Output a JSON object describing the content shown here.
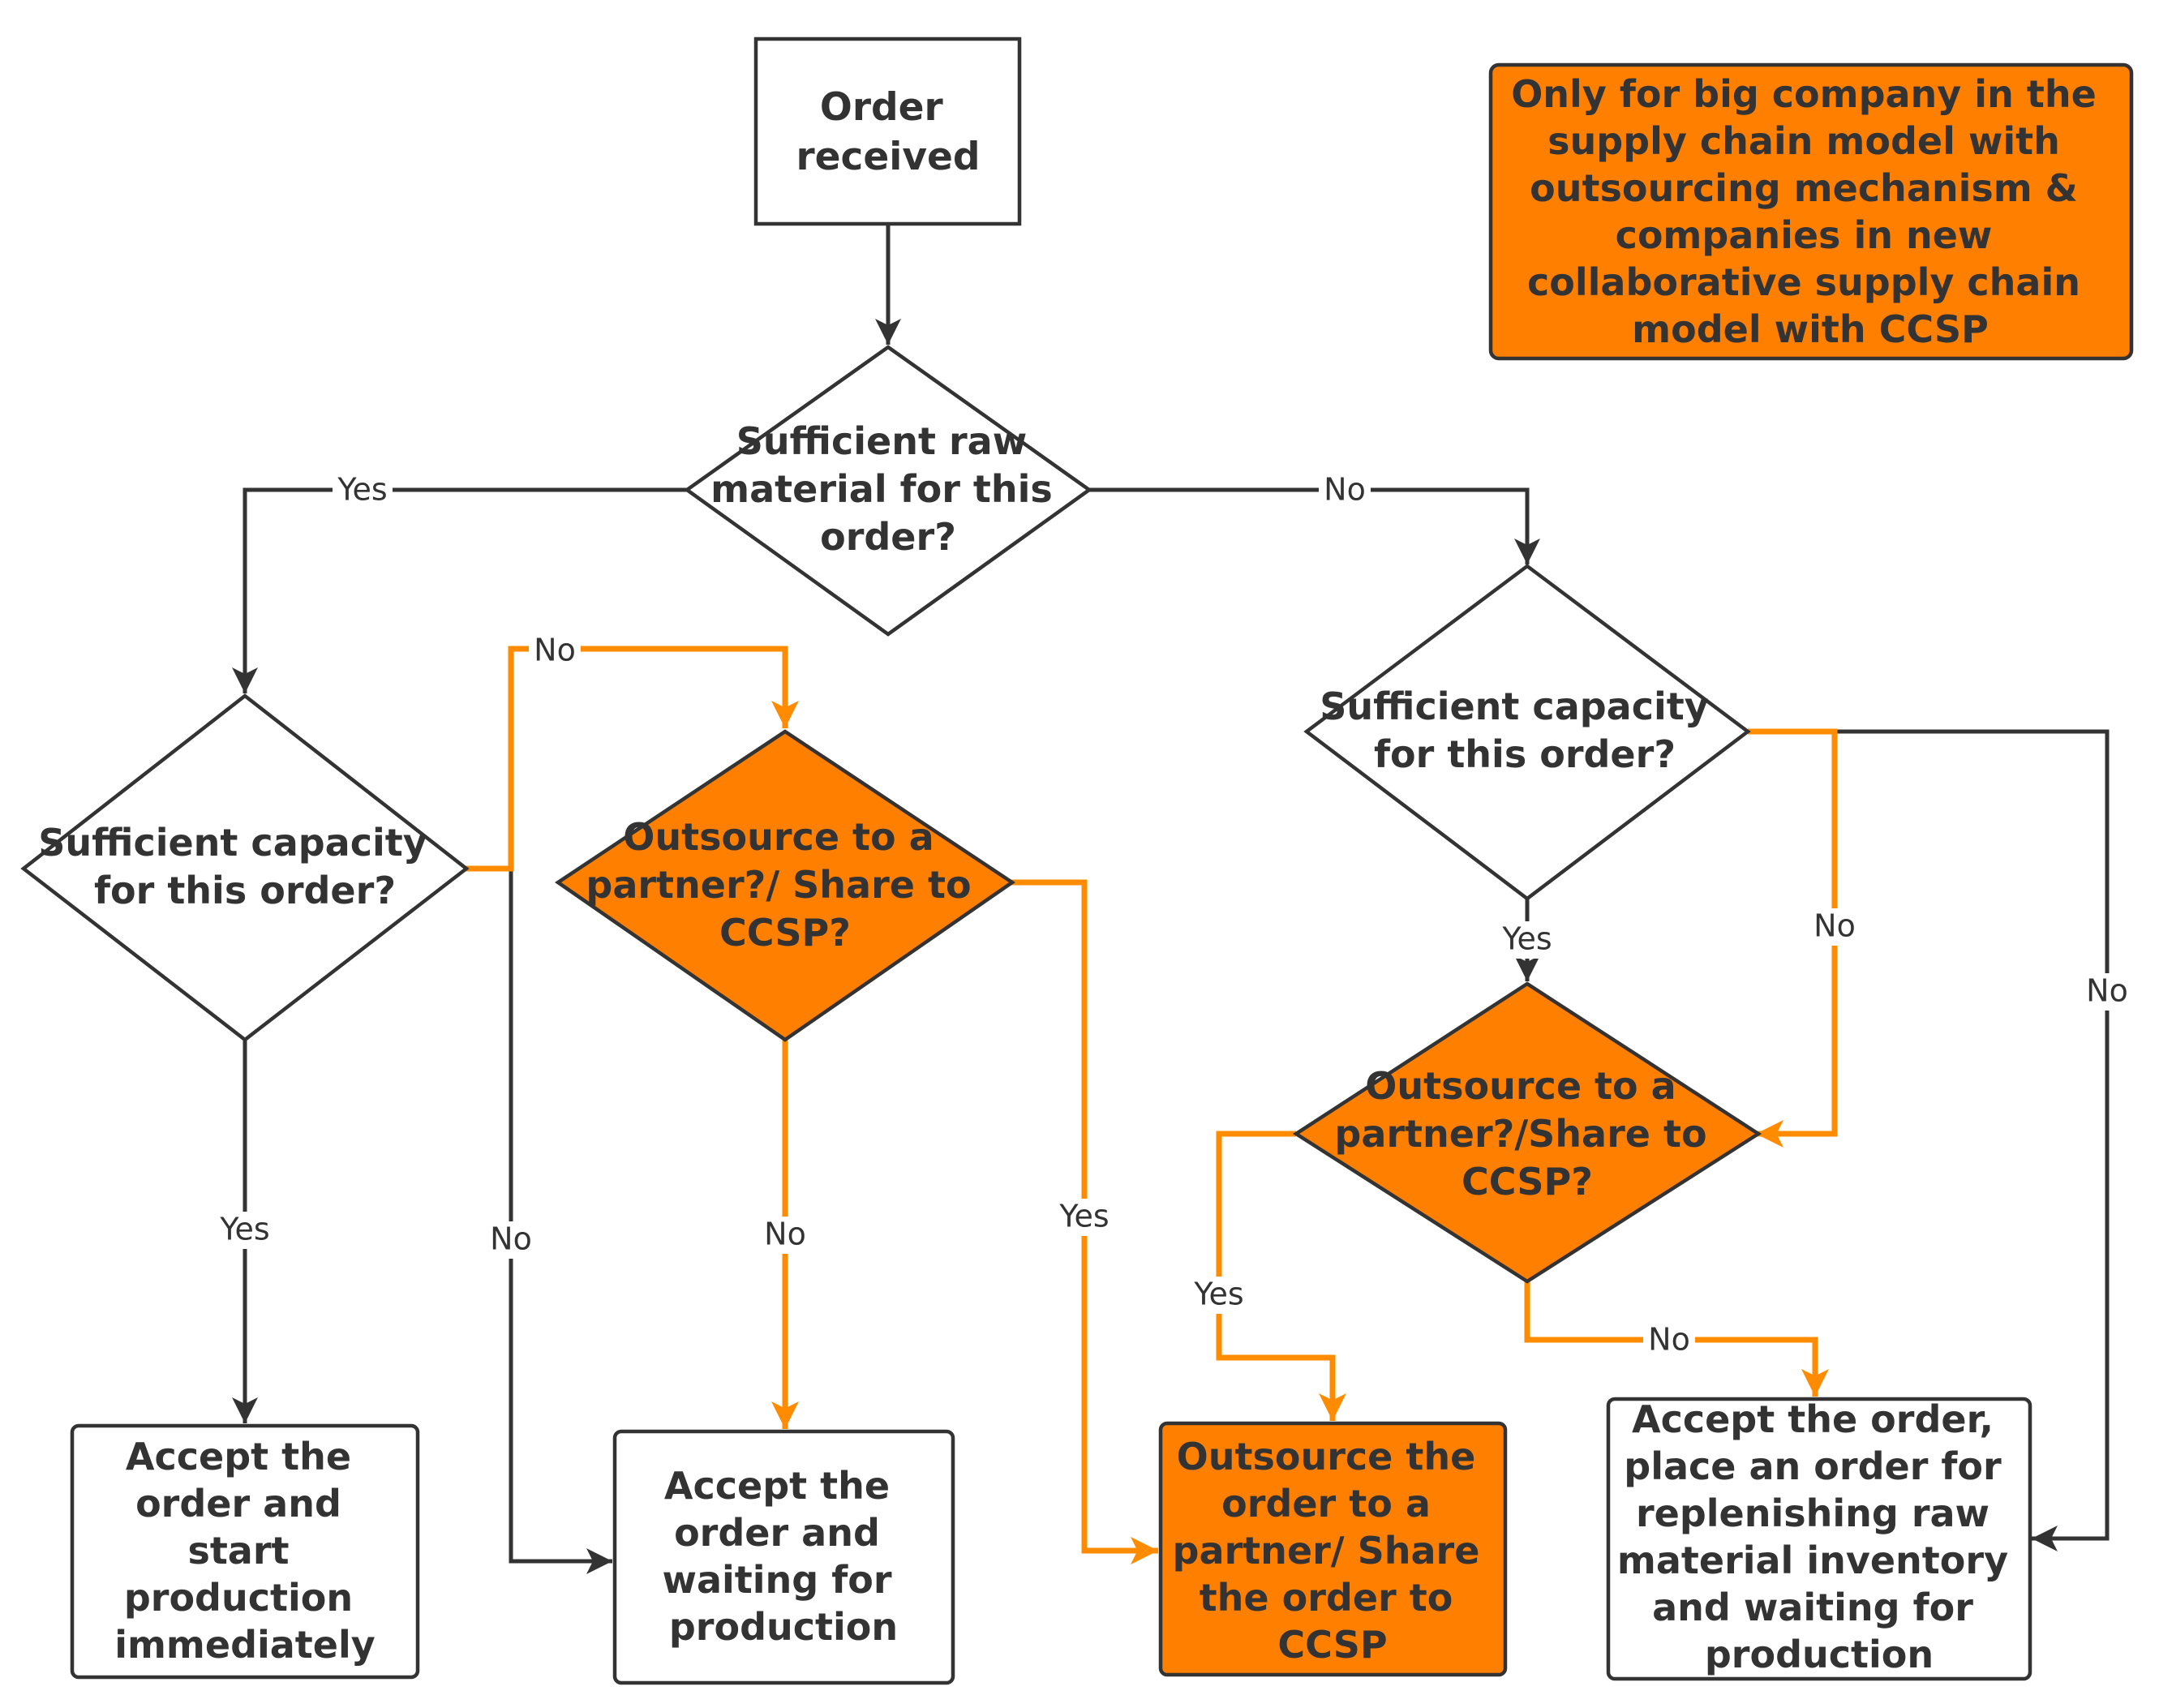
{
  "colors": {
    "highlight_fill": "#FF8000",
    "highlight_line": "#FF8C00",
    "line": "#333333",
    "text": "#333333",
    "background": "#ffffff"
  },
  "nodes": {
    "order_received": [
      "Order",
      "received"
    ],
    "raw_material_decision": [
      "Sufficient raw",
      "material for this",
      "order?"
    ],
    "capacity_decision_left": [
      "Sufficient capacity",
      "for this order?"
    ],
    "outsource_decision_left": [
      "Outsource to a",
      "partner?/ Share to",
      "CCSP?"
    ],
    "capacity_decision_right": [
      "Sufficient capacity",
      "for this order?"
    ],
    "outsource_decision_right": [
      "Outsource to a",
      "partner?/Share to",
      "CCSP?"
    ],
    "accept_start_production": [
      "Accept the",
      "order and",
      "start",
      "production",
      "immediately"
    ],
    "accept_waiting_production": [
      "Accept the",
      "order and",
      "waiting for",
      "production"
    ],
    "outsource_order": [
      "Outsource the",
      "order to a",
      "partner/ Share",
      "the order to",
      "CCSP"
    ],
    "accept_replenish": [
      "Accept the order,",
      "place an order for",
      "replenishing raw",
      "material inventory",
      "and waiting for",
      "production"
    ],
    "legend_note": [
      "Only for big company in the",
      "supply chain model with",
      "outsourcing mechanism &",
      "companies in new",
      "collaborative supply chain",
      "model with CCSP"
    ]
  },
  "edge_labels": {
    "raw_yes": "Yes",
    "raw_no": "No",
    "left_capacity_no_to_outsource": "No",
    "left_capacity_yes": "Yes",
    "left_capacity_no_to_waiting": "No",
    "left_outsource_no": "No",
    "left_outsource_yes": "Yes",
    "right_capacity_yes": "Yes",
    "right_capacity_no_to_outsource": "No",
    "right_capacity_no_to_replenish": "No",
    "right_outsource_yes": "Yes",
    "right_outsource_no": "No"
  }
}
